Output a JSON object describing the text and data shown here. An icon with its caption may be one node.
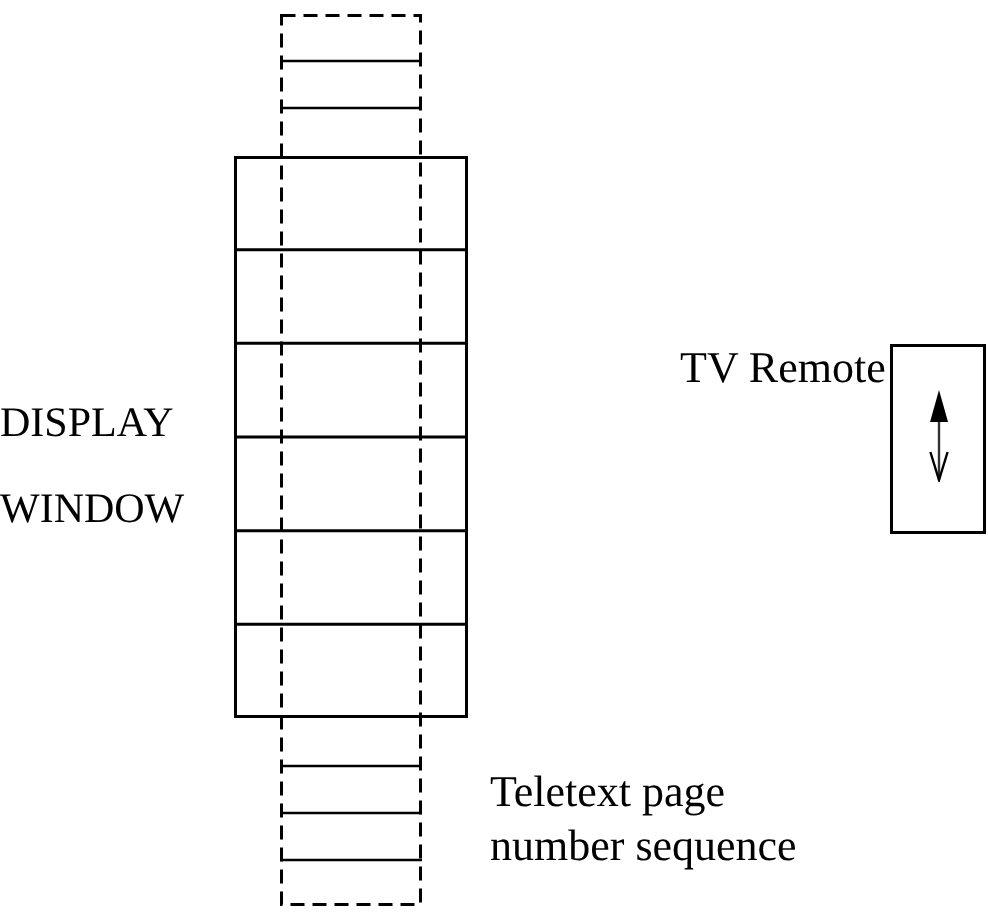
{
  "diagram": {
    "nodes": [
      {
        "text": [],
        "shape": "box",
        "beside": [
          "Teletext page number sequence"
        ]
      },
      {
        "text": [],
        "shape": "box",
        "beside": [
          "DISPLAY WINDOW"
        ]
      },
      {
        "text": [],
        "shape": "box",
        "beside": [
          "TV Remote"
        ]
      }
    ]
  }
}
